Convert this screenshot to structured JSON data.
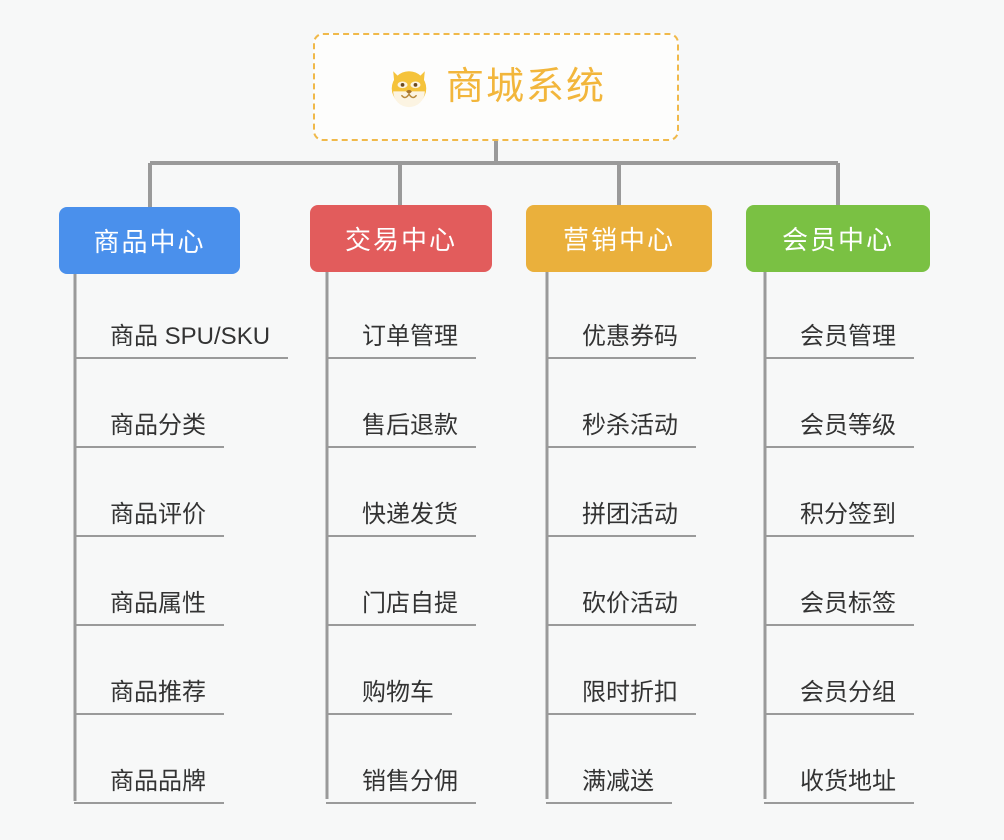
{
  "root": {
    "title": "商城系统",
    "icon": "dog-face-icon",
    "border_color": "#f0b94a",
    "text_color": "#f2b63c",
    "background": "#fdfdfc"
  },
  "canvas": {
    "background": "#f7f8f8",
    "connector_color": "#9a9a9a"
  },
  "branches": [
    {
      "label": "商品中心",
      "color": "#4a90ec",
      "items": [
        "商品 SPU/SKU",
        "商品分类",
        "商品评价",
        "商品属性",
        "商品推荐",
        "商品品牌"
      ]
    },
    {
      "label": "交易中心",
      "color": "#e25c5c",
      "items": [
        "订单管理",
        "售后退款",
        "快递发货",
        "门店自提",
        "购物车",
        "销售分佣"
      ]
    },
    {
      "label": "营销中心",
      "color": "#eab03c",
      "items": [
        "优惠券码",
        "秒杀活动",
        "拼团活动",
        "砍价活动",
        "限时折扣",
        "满减送"
      ]
    },
    {
      "label": "会员中心",
      "color": "#7ac143",
      "items": [
        "会员管理",
        "会员等级",
        "积分签到",
        "会员标签",
        "会员分组",
        "收货地址"
      ]
    }
  ]
}
